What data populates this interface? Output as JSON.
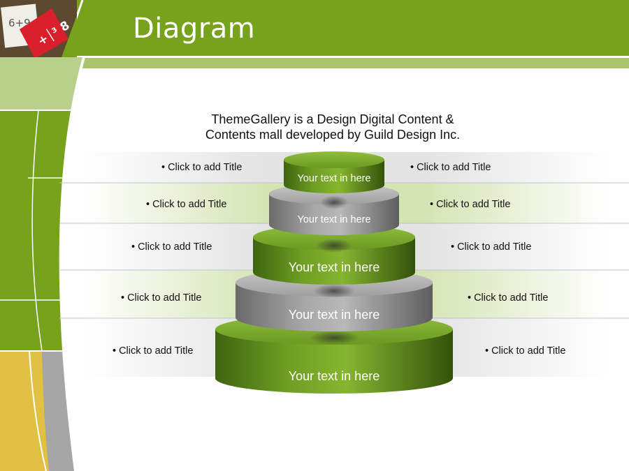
{
  "slide": {
    "title": "Diagram",
    "subtitle_line1": "ThemeGallery is a Design Digital Content &",
    "subtitle_line2": "Contents mall developed by Guild Design Inc."
  },
  "photo": {
    "note_text": "6+9",
    "card_text": "+│³ 8",
    "icon": "math-flashcards-photo"
  },
  "tiers": [
    {
      "text": "Your text in here"
    },
    {
      "text": "Your text in here"
    },
    {
      "text": "Your text in here"
    },
    {
      "text": "Your text in here"
    },
    {
      "text": "Your text in here"
    }
  ],
  "bullets": {
    "left": [
      "Click to add Title",
      "Click to add Title",
      "Click to add Title",
      "Click to add Title",
      "Click to add Title"
    ],
    "right": [
      "Click to add Title",
      "Click to add Title",
      "Click to add Title",
      "Click to add Title",
      "Click to add Title"
    ],
    "marker": "•"
  },
  "colors": {
    "header_green": "#77a21c",
    "light_green_band": "#a9c46a",
    "gold": "#e2c044",
    "gray_arc": "#a6a6a6",
    "tier_green": "#6a9a1f",
    "tier_gray": "#9a9a9a"
  }
}
